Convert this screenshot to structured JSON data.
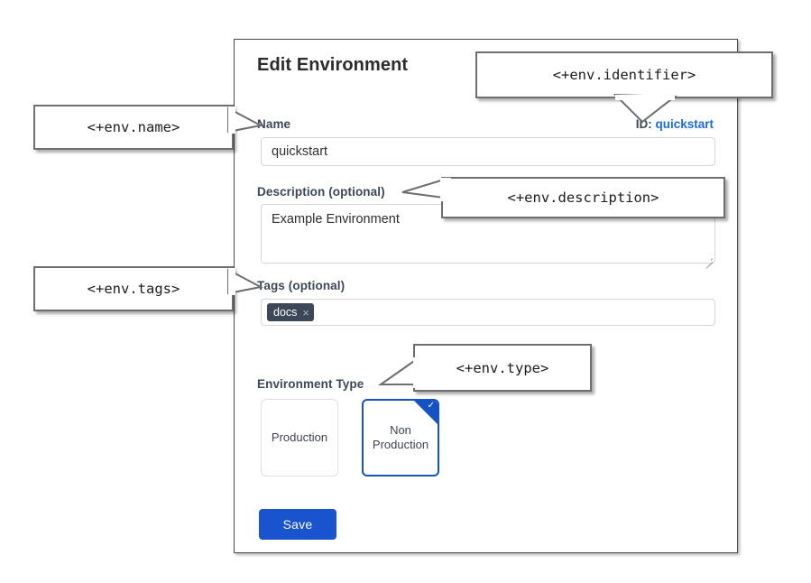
{
  "dialog": {
    "title": "Edit Environment",
    "id_label": "ID:",
    "id_value": "quickstart",
    "fields": {
      "name": {
        "label": "Name",
        "value": "quickstart",
        "placeholder": ""
      },
      "description": {
        "label": "Description (optional)",
        "value": "Example Environment",
        "placeholder": ""
      },
      "tags": {
        "label": "Tags (optional)",
        "chips": [
          {
            "label": "docs",
            "remove_icon": "close-icon",
            "remove_glyph": "×"
          }
        ],
        "placeholder": ""
      },
      "environment_type": {
        "label": "Environment Type",
        "options": [
          {
            "label": "Production",
            "selected": false
          },
          {
            "label": "Non Production",
            "selected": true
          }
        ],
        "selected_check_glyph": "✓"
      }
    },
    "save_label": "Save"
  },
  "callouts": [
    {
      "key": "name",
      "text": "<+env.name>"
    },
    {
      "key": "identifier",
      "text": "<+env.identifier>"
    },
    {
      "key": "description",
      "text": "<+env.description>"
    },
    {
      "key": "tags",
      "text": "<+env.tags>"
    },
    {
      "key": "type",
      "text": "<+env.type>"
    }
  ],
  "colors": {
    "accent_blue": "#1a53ce",
    "link_blue": "#1a6bd6",
    "selected_border": "#1552c4",
    "label_slate": "#3c4858",
    "chip_bg": "#3c4858",
    "panel_border": "#4a4a4a",
    "callout_border": "#6e6e6e",
    "input_border": "#d3d6da",
    "page_bg": "#ffffff"
  }
}
